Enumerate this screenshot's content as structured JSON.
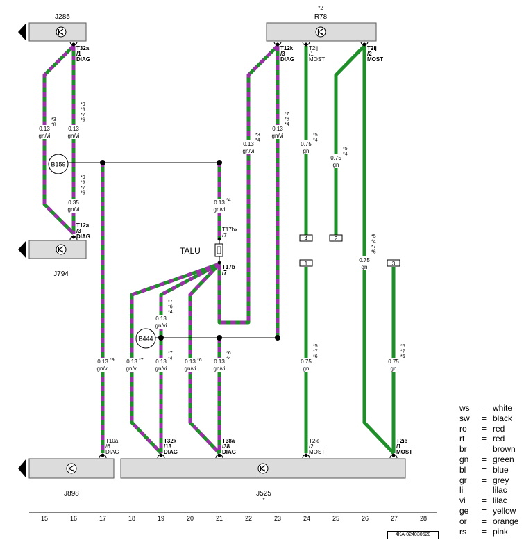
{
  "components": {
    "j285": {
      "label": "J285"
    },
    "r78": {
      "label": "R78",
      "note": "*2"
    },
    "j794": {
      "label": "J794"
    },
    "j898": {
      "label": "J898"
    },
    "j525": {
      "label": "J525",
      "note": "*"
    },
    "talu": {
      "label": "TALU"
    },
    "b159": {
      "label": "B159"
    },
    "b444": {
      "label": "B444"
    }
  },
  "connectors": {
    "t32a": {
      "name": "T32a",
      "pin": "/1",
      "sig": "DIAG"
    },
    "t12k": {
      "name": "T12k",
      "pin": "/3",
      "sig": "DIAG"
    },
    "t2ij1": {
      "name": "T2ij",
      "pin": "/1",
      "sig": "MOST"
    },
    "t2ij2": {
      "name": "T2ij",
      "pin": "/2",
      "sig": "MOST"
    },
    "t12a": {
      "name": "T12a",
      "pin": "/3",
      "sig": "DIAG"
    },
    "t17bx": {
      "name": "T17bx",
      "pin": "/7"
    },
    "t17b": {
      "name": "T17b",
      "pin": "/7"
    },
    "t10a": {
      "name": "T10a",
      "pin": "/6",
      "sig": "DIAG"
    },
    "t32k": {
      "name": "T32k",
      "pin": "/13",
      "sig": "DIAG"
    },
    "t38a": {
      "name": "T38a",
      "pin": "/38",
      "sig": "DIAG"
    },
    "t2ie2": {
      "name": "T2ie",
      "pin": "/2",
      "sig": "MOST"
    },
    "t2ie1": {
      "name": "T2ie",
      "pin": "/1",
      "sig": "MOST"
    }
  },
  "wire_labels": {
    "w1": {
      "size": "0.13",
      "color": "gn/vi",
      "notes": "*3\n*8"
    },
    "w2": {
      "size": "0.13",
      "color": "gn/vi",
      "notes": "*9\n*3\n*7\n*6"
    },
    "w3": {
      "size": "0.35",
      "color": "gn/vi",
      "notes": "*9\n*3\n*7\n*6"
    },
    "w4": {
      "size": "0.13",
      "color": "gn/vi",
      "notes": "*4"
    },
    "w5": {
      "size": "0.13",
      "color": "gn/vi",
      "notes": "*3\n*4"
    },
    "w6": {
      "size": "0.13",
      "color": "gn/vi",
      "notes": "*7\n*6\n*4"
    },
    "w7": {
      "size": "0.75",
      "color": "gn",
      "notes": "*5\n*4"
    },
    "w8": {
      "size": "0.75",
      "color": "gn",
      "notes": "*5\n*4"
    },
    "w9": {
      "size": "0.75",
      "color": "gn",
      "notes": "*5\n*4\n*7\n*6"
    },
    "w10": {
      "size": "0.13",
      "color": "gn/vi",
      "notes": "*7\n*6\n*4"
    },
    "w11": {
      "size": "0.13",
      "color": "gn/vi",
      "notes": "*9"
    },
    "w12": {
      "size": "0.13",
      "color": "gn/vi",
      "notes": "*7"
    },
    "w13": {
      "size": "0.13",
      "color": "gn/vi",
      "notes": "*7\n*4"
    },
    "w14": {
      "size": "0.13",
      "color": "gn/vi",
      "notes": "*6"
    },
    "w15": {
      "size": "0.13",
      "color": "gn/vi",
      "notes": "*6\n*4"
    },
    "w16": {
      "size": "0.75",
      "color": "gn",
      "notes": "*5\n*7\n*6"
    },
    "w17": {
      "size": "0.75",
      "color": "gn",
      "notes": "*5\n*7\n*6"
    }
  },
  "wire_refs": {
    "r4": "4",
    "r2": "2",
    "r1": "1",
    "r3": "3"
  },
  "legend": [
    {
      "code": "ws",
      "name": "white"
    },
    {
      "code": "sw",
      "name": "black"
    },
    {
      "code": "ro",
      "name": "red"
    },
    {
      "code": "rt",
      "name": "red"
    },
    {
      "code": "br",
      "name": "brown"
    },
    {
      "code": "gn",
      "name": "green"
    },
    {
      "code": "bl",
      "name": "blue"
    },
    {
      "code": "gr",
      "name": "grey"
    },
    {
      "code": "li",
      "name": "lilac"
    },
    {
      "code": "vi",
      "name": "lilac"
    },
    {
      "code": "ge",
      "name": "yellow"
    },
    {
      "code": "or",
      "name": "orange"
    },
    {
      "code": "rs",
      "name": "pink"
    }
  ],
  "legend_eq": "=",
  "columns": [
    "15",
    "16",
    "17",
    "18",
    "19",
    "20",
    "21",
    "22",
    "23",
    "24",
    "25",
    "26",
    "27",
    "28"
  ],
  "ref_code": "4KA-024030520",
  "colors": {
    "green": "#1f8f2a",
    "violet": "#9b30a8",
    "component_fill": "#dcdcdc"
  }
}
